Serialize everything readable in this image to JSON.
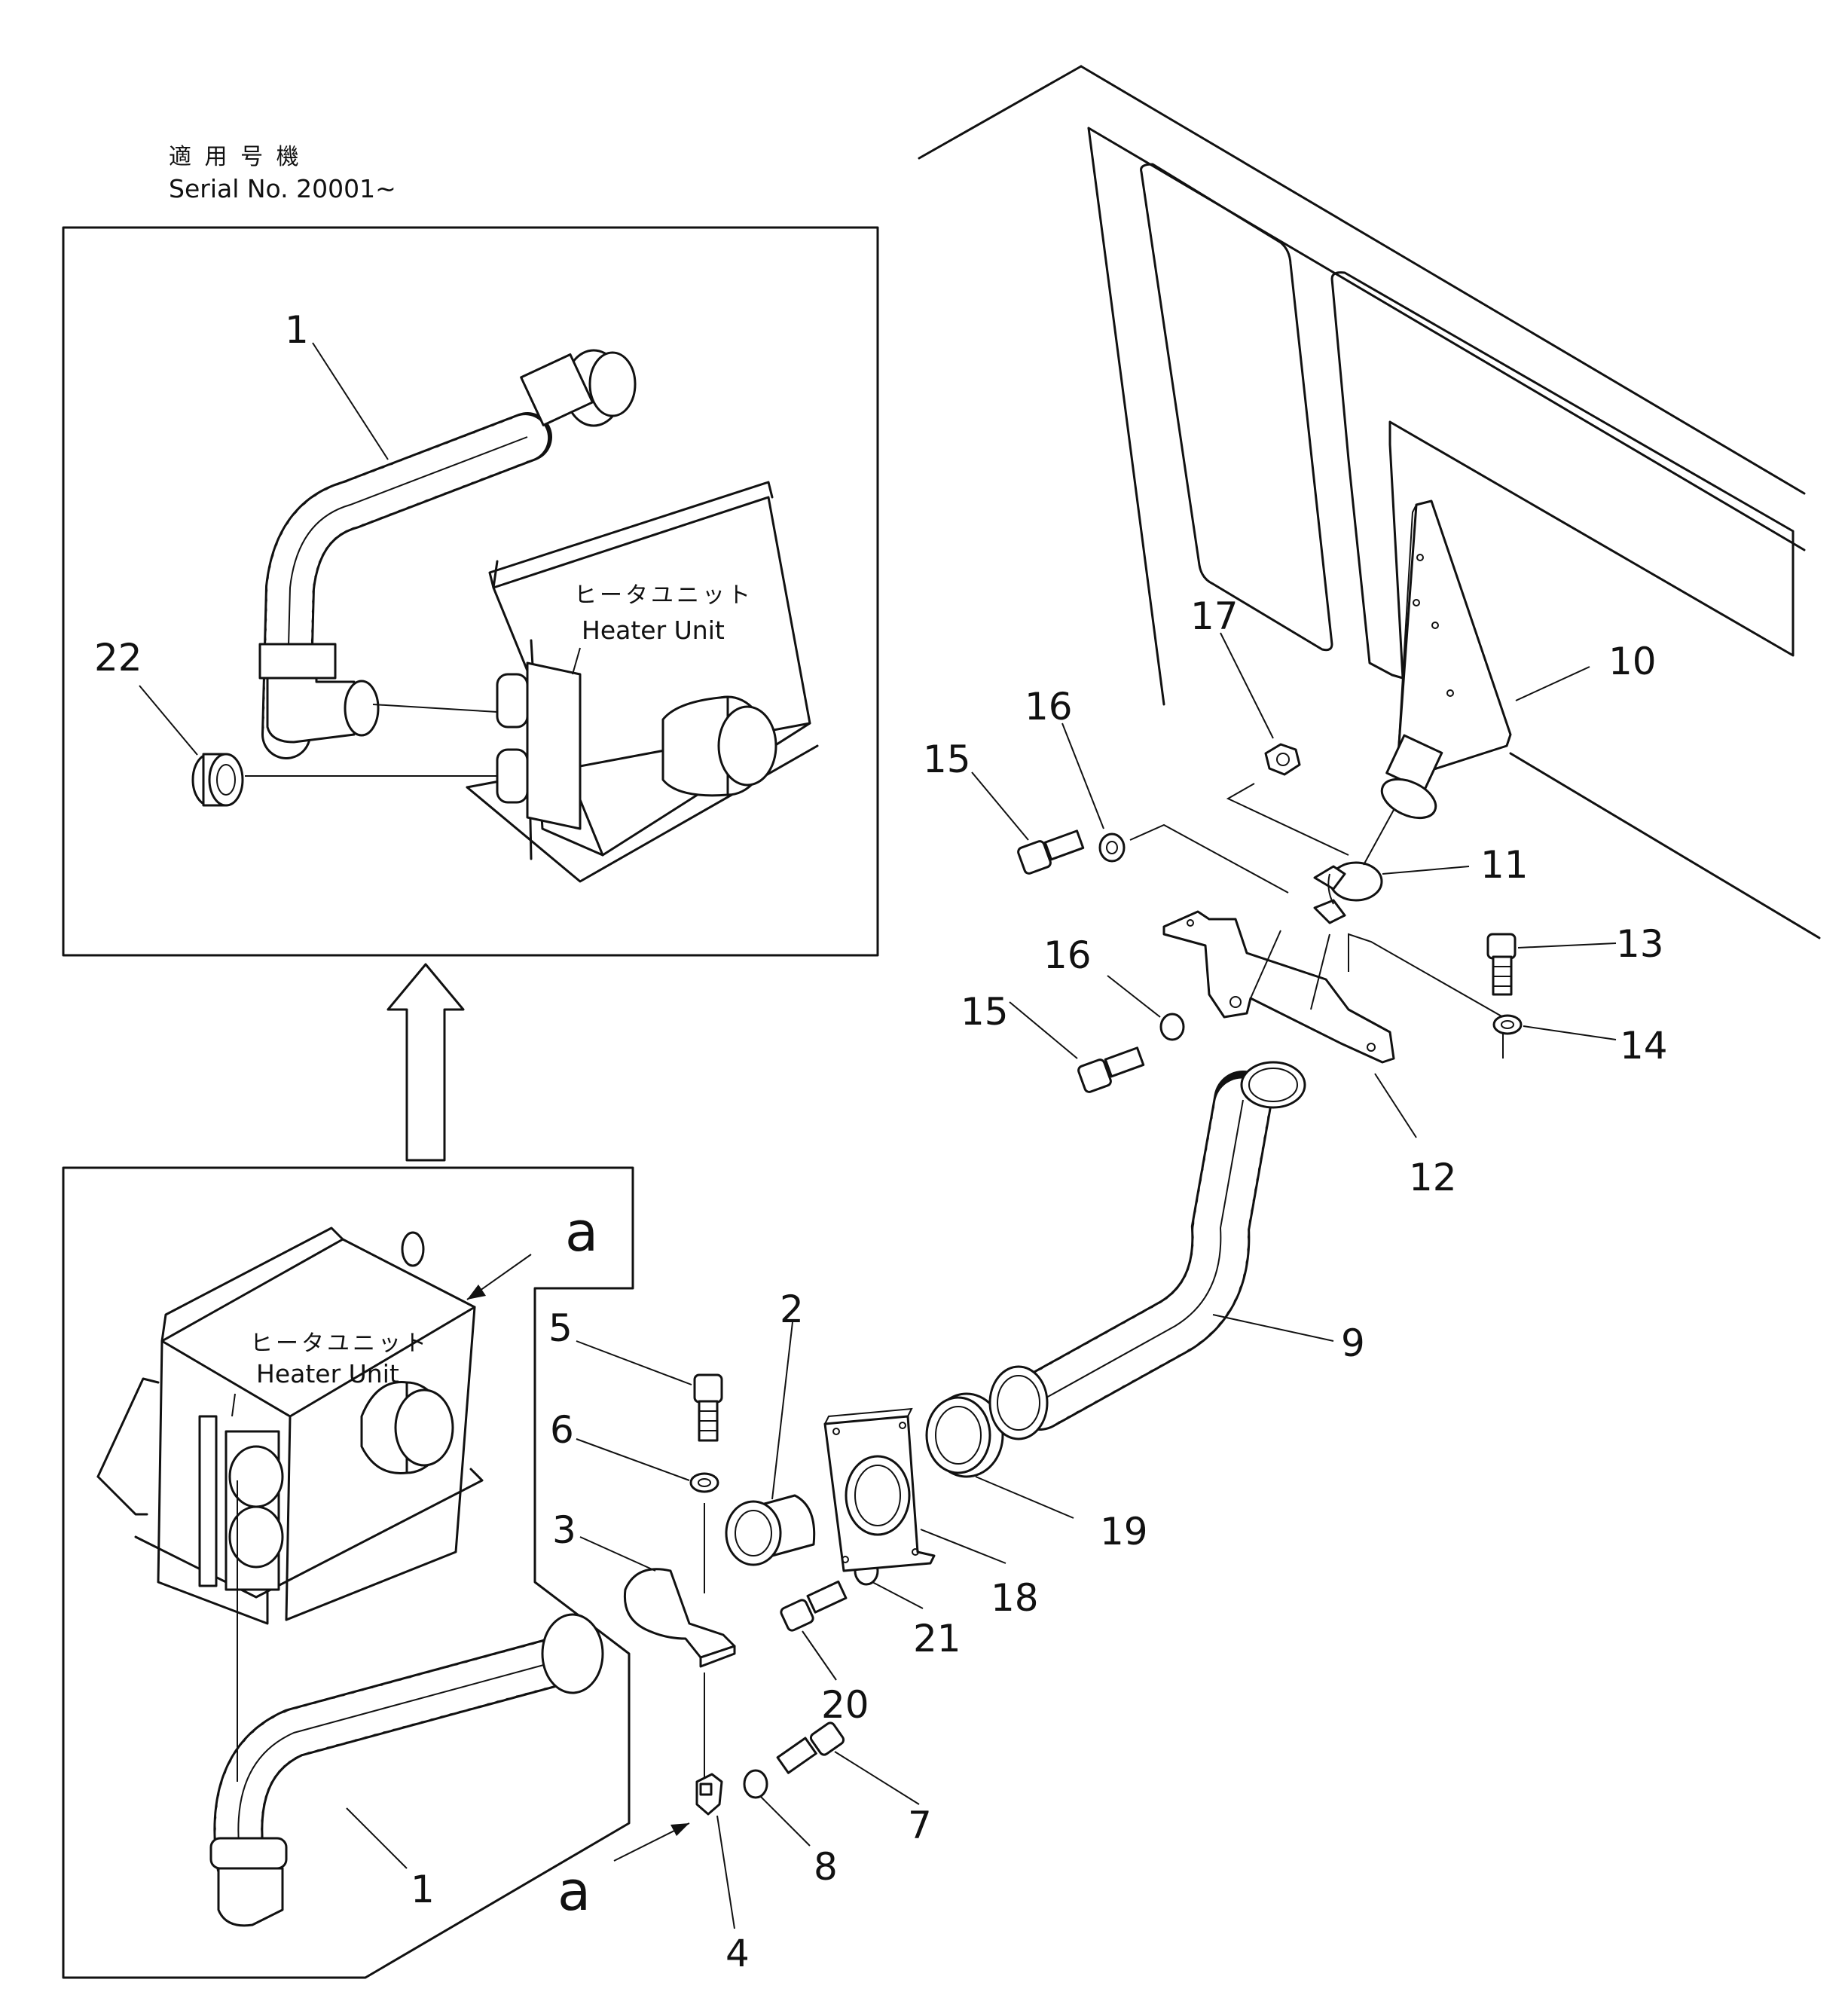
{
  "serial_header": {
    "japanese": "適 用 号 機",
    "english": "Serial No. 20001~"
  },
  "heater_unit": {
    "japanese": "ヒータユニット",
    "english": "Heater Unit"
  },
  "view_marker": "a",
  "callouts": {
    "n1": "1",
    "n2": "2",
    "n3": "3",
    "n4": "4",
    "n5": "5",
    "n6": "6",
    "n7": "7",
    "n8": "8",
    "n9": "9",
    "n10": "10",
    "n11": "11",
    "n12": "12",
    "n13": "13",
    "n14": "14",
    "n15": "15",
    "n16": "16",
    "n17": "17",
    "n18": "18",
    "n19": "19",
    "n20": "20",
    "n21": "21",
    "n22": "22"
  }
}
